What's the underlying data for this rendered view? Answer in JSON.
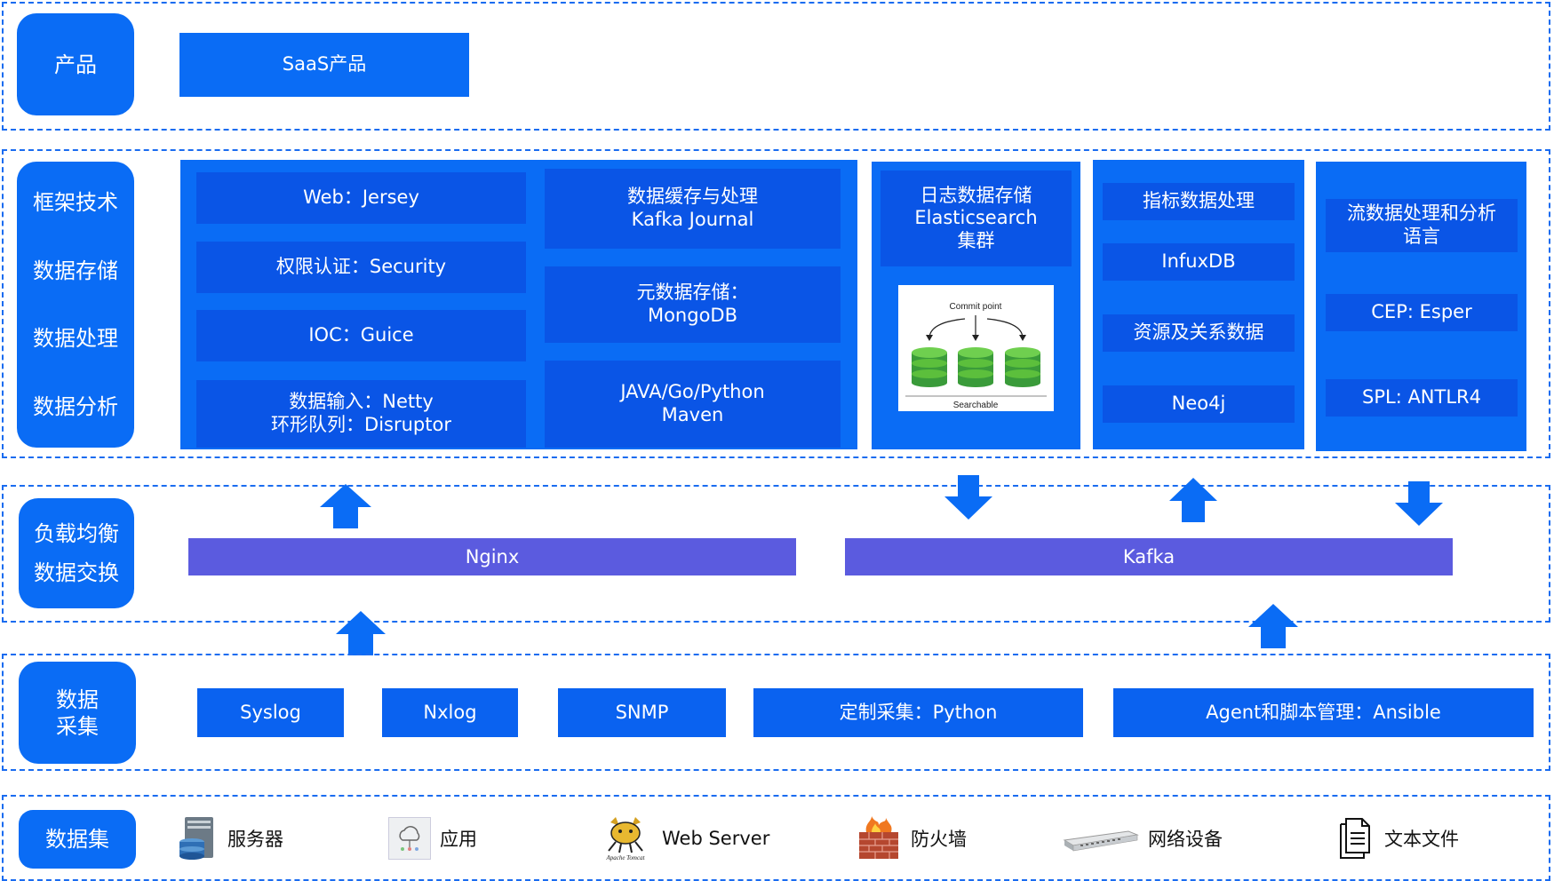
{
  "colors": {
    "primary": "#0a6cf5",
    "dark_block": "#0a55e6",
    "bar": "#5b5bdf",
    "border": "#1a6cf0"
  },
  "product": {
    "side": [
      "产品"
    ],
    "saas": "SaaS产品"
  },
  "framework": {
    "side": [
      "框架技术",
      "数据存储",
      "数据处理",
      "数据分析"
    ],
    "col1": [
      "Web：Jersey",
      "权限认证：Security",
      "IOC：Guice",
      [
        "数据输入：Netty",
        "环形队列：Disruptor"
      ]
    ],
    "col2": [
      [
        "数据缓存与处理",
        "Kafka Journal"
      ],
      [
        "元数据存储：",
        "MongoDB"
      ],
      [
        "JAVA/Go/Python",
        "Maven"
      ]
    ],
    "es": {
      "lines": [
        "日志数据存储",
        "Elasticsearch",
        "集群"
      ],
      "commit": "Commit point",
      "searchable": "Searchable"
    },
    "metrics": [
      "指标数据处理",
      "InfuxDB",
      "资源及关系数据",
      "Neo4j"
    ],
    "stream": [
      [
        "流数据处理和分析",
        "语言"
      ],
      "CEP: Esper",
      "SPL: ANTLR4"
    ]
  },
  "exchange": {
    "side": [
      "负载均衡",
      "数据交换"
    ],
    "nginx": "Nginx",
    "kafka": "Kafka"
  },
  "collect": {
    "side": [
      "数据",
      "采集"
    ],
    "items": [
      "Syslog",
      "Nxlog",
      "SNMP",
      "定制采集：Python",
      "Agent和脚本管理：Ansible"
    ]
  },
  "dataset": {
    "side": [
      "数据集"
    ],
    "sources": [
      {
        "icon": "server-icon",
        "label": "服务器"
      },
      {
        "icon": "cloud-app-icon",
        "label": "应用"
      },
      {
        "icon": "tomcat-icon",
        "label": "Web Server",
        "logo_text": "Apache Tomcat"
      },
      {
        "icon": "firewall-icon",
        "label": "防火墙"
      },
      {
        "icon": "network-switch-icon",
        "label": "网络设备"
      },
      {
        "icon": "document-icon",
        "label": "文本文件"
      }
    ]
  }
}
